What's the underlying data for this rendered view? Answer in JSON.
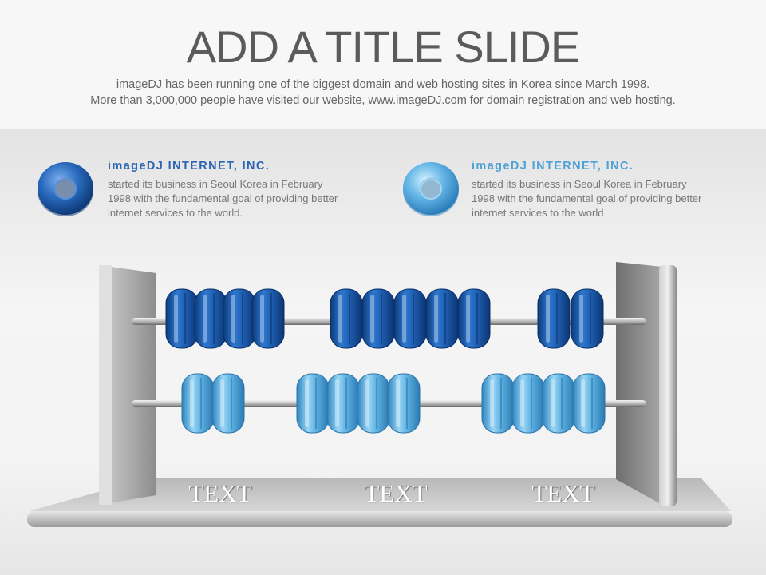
{
  "slide": {
    "title": "ADD A TITLE SLIDE",
    "subtitle_line1": "imageDJ has been running one of the biggest domain and web hosting sites in Korea since March 1998.",
    "subtitle_line2": "More than 3,000,000 people have visited our website,  www.imageDJ.com for domain registration and web hosting."
  },
  "info_blocks": [
    {
      "heading": "imageDJ  INTERNET,  INC.",
      "lines": [
        "started its business in Seoul Korea in February",
        "1998 with the fundamental goal of providing better",
        "internet services to the world."
      ],
      "icon": "ring-icon",
      "color": "#2a64b2"
    },
    {
      "heading": "imageDJ  INTERNET,  INC.",
      "lines": [
        "started its business in Seoul Korea in February",
        "1998 with the fundamental goal of providing better",
        "internet services to the world"
      ],
      "icon": "ring-icon",
      "color": "#4fa1d5"
    }
  ],
  "abacus": {
    "labels": [
      "TEXT",
      "TEXT",
      "TEXT"
    ],
    "top_row_bead_groups": [
      4,
      5,
      2
    ],
    "bottom_row_bead_groups": [
      2,
      4,
      4
    ],
    "colors": {
      "dark_bead": "#1f5fae",
      "light_bead": "#5aaede",
      "frame": "#9a9a9a"
    }
  }
}
